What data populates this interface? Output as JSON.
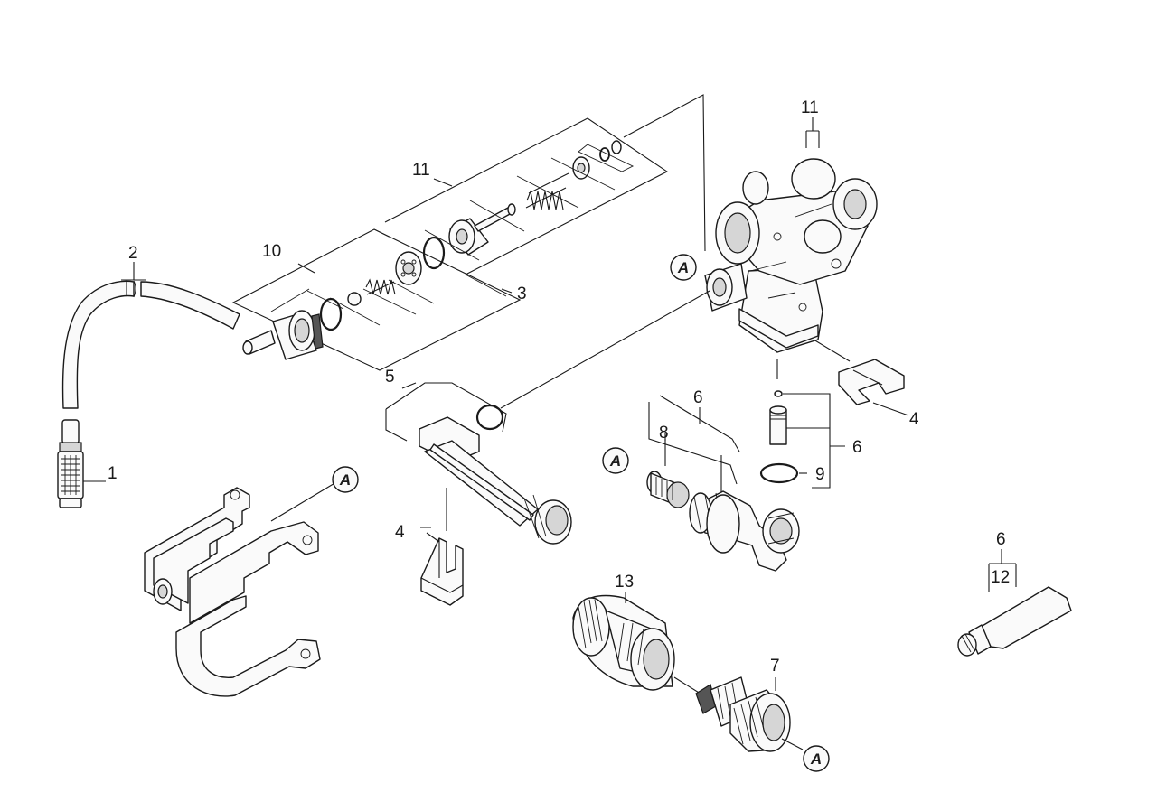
{
  "labels": {
    "l1": "1",
    "l2": "2",
    "l3": "3",
    "l4a": "4",
    "l4b": "4",
    "l5": "5",
    "l6a": "6",
    "l6b": "6",
    "l6c": "6",
    "l7": "7",
    "l8": "8",
    "l9": "9",
    "l10": "10",
    "l11a": "11",
    "l11b": "11",
    "l12": "12",
    "l13": "13"
  },
  "connector_marker": "A"
}
